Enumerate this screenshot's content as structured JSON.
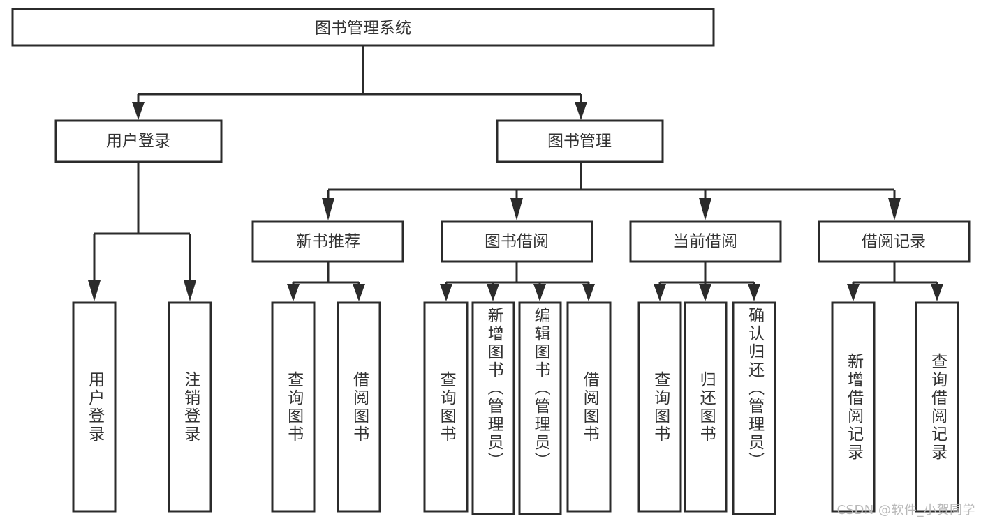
{
  "diagram": {
    "title": "图书管理系统",
    "type": "tree",
    "orientation": "top-down",
    "colors": {
      "stroke": "#2b2b2b",
      "node_fill": "#ffffff",
      "text": "#333333",
      "background": "#ffffff",
      "watermark": "#b9b9b9"
    },
    "watermark": "CSDN @软件_小贺同学",
    "levels": [
      {
        "level": 1,
        "nodes": [
          {
            "id": "root",
            "label": "图书管理系统",
            "orientation": "horizontal"
          }
        ]
      },
      {
        "level": 2,
        "nodes": [
          {
            "id": "login",
            "label": "用户登录",
            "orientation": "horizontal",
            "parent": "root"
          },
          {
            "id": "bookmgmt",
            "label": "图书管理",
            "orientation": "horizontal",
            "parent": "root"
          }
        ]
      },
      {
        "level": 3,
        "nodes": [
          {
            "id": "newbook",
            "label": "新书推荐",
            "orientation": "horizontal",
            "parent": "bookmgmt"
          },
          {
            "id": "borrow",
            "label": "图书借阅",
            "orientation": "horizontal",
            "parent": "bookmgmt"
          },
          {
            "id": "current",
            "label": "当前借阅",
            "orientation": "horizontal",
            "parent": "bookmgmt"
          },
          {
            "id": "records",
            "label": "借阅记录",
            "orientation": "horizontal",
            "parent": "bookmgmt"
          }
        ]
      },
      {
        "level": 4,
        "nodes": [
          {
            "id": "leaf-user-login",
            "label": "用户登录",
            "orientation": "vertical",
            "parent": "login"
          },
          {
            "id": "leaf-user-logout",
            "label": "注销登录",
            "orientation": "vertical",
            "parent": "login"
          },
          {
            "id": "leaf-newbook-query",
            "label": "查询图书",
            "orientation": "vertical",
            "parent": "newbook"
          },
          {
            "id": "leaf-newbook-borrow",
            "label": "借阅图书",
            "orientation": "vertical",
            "parent": "newbook"
          },
          {
            "id": "leaf-borrow-query",
            "label": "查询图书",
            "orientation": "vertical",
            "parent": "borrow"
          },
          {
            "id": "leaf-borrow-add",
            "label": "新增图书（管理员）",
            "orientation": "vertical",
            "parent": "borrow"
          },
          {
            "id": "leaf-borrow-edit",
            "label": "编辑图书（管理员）",
            "orientation": "vertical",
            "parent": "borrow"
          },
          {
            "id": "leaf-borrow-take",
            "label": "借阅图书",
            "orientation": "vertical",
            "parent": "borrow"
          },
          {
            "id": "leaf-current-query",
            "label": "查询图书",
            "orientation": "vertical",
            "parent": "current"
          },
          {
            "id": "leaf-current-return",
            "label": "归还图书",
            "orientation": "vertical",
            "parent": "current"
          },
          {
            "id": "leaf-current-confirm",
            "label": "确认归还（管理员）",
            "orientation": "vertical",
            "parent": "current"
          },
          {
            "id": "leaf-records-add",
            "label": "新增借阅记录",
            "orientation": "vertical",
            "parent": "records"
          },
          {
            "id": "leaf-records-query",
            "label": "查询借阅记录",
            "orientation": "vertical",
            "parent": "records"
          }
        ]
      }
    ]
  }
}
